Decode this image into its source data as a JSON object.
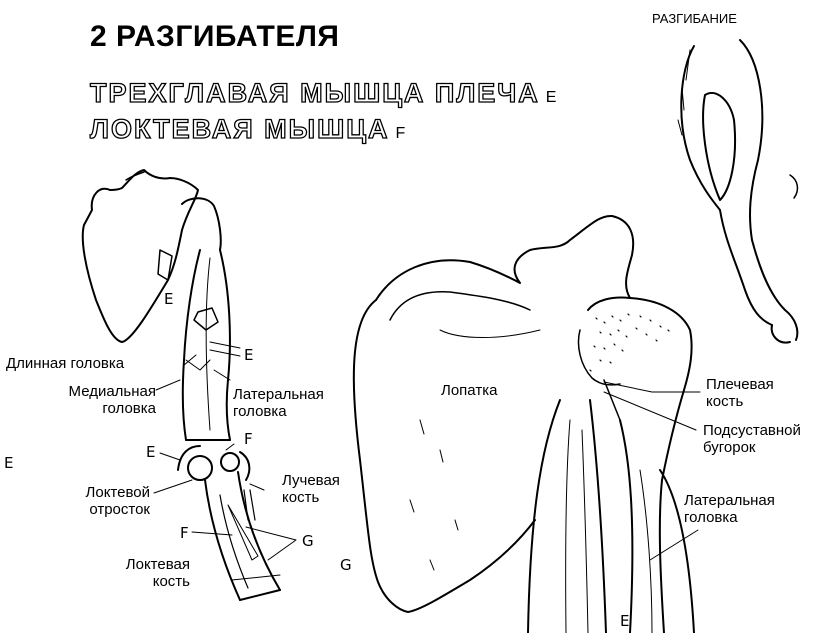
{
  "header": {
    "title": "2 РАЗГИБАТЕЛЯ",
    "muscle_1": "ТРЕХГЛАВАЯ МЫШЦА ПЛЕЧА",
    "muscle_1_tag": "E",
    "muscle_2": "ЛОКТЕВАЯ МЫШЦА",
    "muscle_2_tag": "F",
    "extension_caption": "РАЗГИБАНИЕ"
  },
  "left_diagram": {
    "labels": {
      "long_head": "Длинная головка",
      "medial_head_1": "Медиальная",
      "medial_head_2": "головка",
      "lateral_head_1": "Латеральная",
      "lateral_head_2": "головка",
      "olecranon_1": "Локтевой",
      "olecranon_2": "отросток",
      "radius_1": "Лучевая",
      "radius_2": "кость",
      "ulna_1": "Локтевая",
      "ulna_2": "кость"
    },
    "letters": {
      "e_scapula": "E",
      "e_heads": "E",
      "e_elbow": "E",
      "f_elbow": "F",
      "f_forearm": "F",
      "g_forearm": "G",
      "e_margin": "E",
      "g_loose": "G"
    }
  },
  "right_diagram": {
    "labels": {
      "scapula": "Лопатка",
      "humerus_1": "Плечевая",
      "humerus_2": "кость",
      "infraglenoid_1": "Подсуставной",
      "infraglenoid_2": "бугорок",
      "lateral_head_1": "Латеральная",
      "lateral_head_2": "головка"
    },
    "letters": {
      "e_bottom": "E"
    }
  },
  "colors": {
    "ink": "#000000",
    "paper": "#ffffff"
  }
}
